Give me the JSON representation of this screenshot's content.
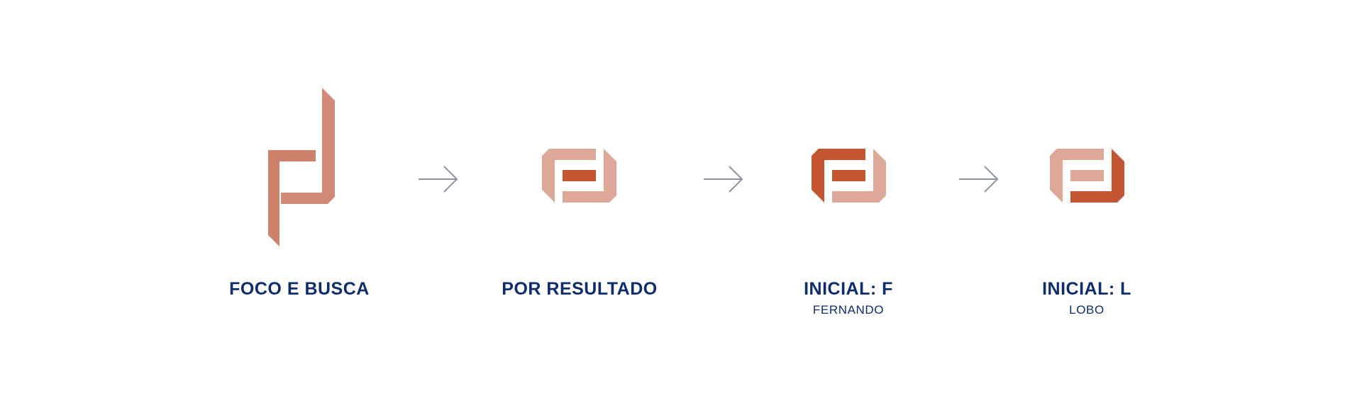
{
  "colors": {
    "brand_navy": "#0f2d6b",
    "terracotta": "#c45533",
    "terracotta_medium": "#cd826c",
    "terracotta_light": "#dea899",
    "arrow_gray": "#8c92a6"
  },
  "steps": [
    {
      "title": "FOCO E BUSCA",
      "subtitle": "",
      "icon": "pd-monogram-icon"
    },
    {
      "title": "POR RESULTADO",
      "subtitle": "",
      "icon": "result-monogram-icon"
    },
    {
      "title": "INICIAL: F",
      "subtitle": "FERNANDO",
      "icon": "f-highlight-monogram-icon"
    },
    {
      "title": "INICIAL: L",
      "subtitle": "LOBO",
      "icon": "l-highlight-monogram-icon"
    }
  ],
  "connectors": [
    "arrow-right-icon",
    "arrow-right-icon",
    "arrow-right-icon"
  ]
}
